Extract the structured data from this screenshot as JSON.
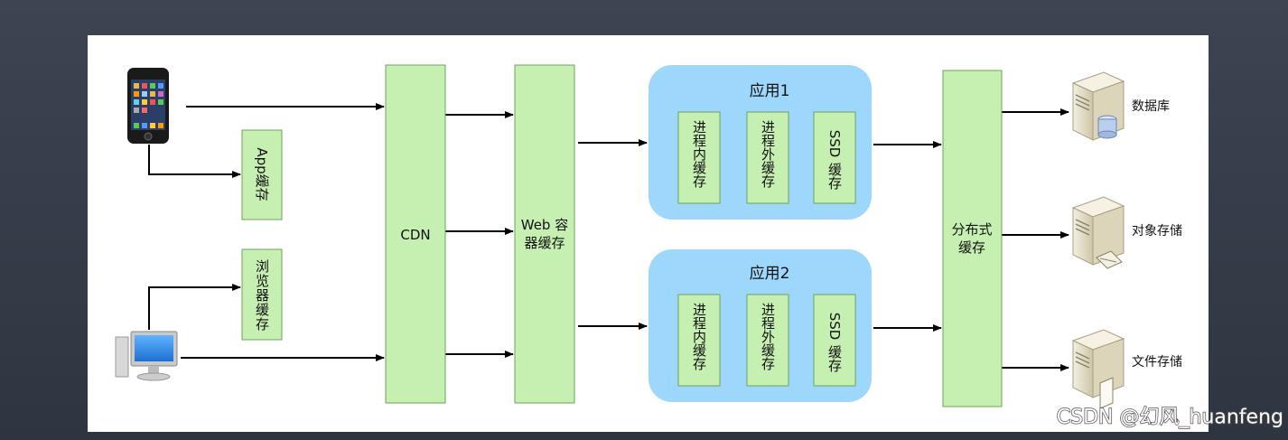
{
  "diagram": {
    "colors": {
      "background": "#353b47",
      "panel": "#ffffff",
      "box_fill": "#c6efb2",
      "box_stroke": "#6aa55a",
      "group_fill": "#9dd7fb",
      "arrow": "#000000"
    },
    "icons": {
      "phone": "smartphone-icon",
      "pc": "desktop-computer-icon",
      "database": "database-server-icon",
      "object_storage": "object-storage-server-icon",
      "file_storage": "file-storage-server-icon"
    },
    "app_cache": "App缓存",
    "browser_cache": "浏览器缓存",
    "cdn": "CDN",
    "web_cache_line1": "Web 容",
    "web_cache_line2": "器缓存",
    "app1_title": "应用1",
    "app2_title": "应用2",
    "in_process_cache": "进程内缓存",
    "out_process_cache": "进程外缓存",
    "ssd_cache_line1": "SSD",
    "ssd_cache_line2": "缓存",
    "distributed_cache_line1": "分布式",
    "distributed_cache_line2": "缓存",
    "database": "数据库",
    "object_storage": "对象存储",
    "file_storage": "文件存储"
  },
  "watermark": "CSDN @幻风_huanfeng"
}
